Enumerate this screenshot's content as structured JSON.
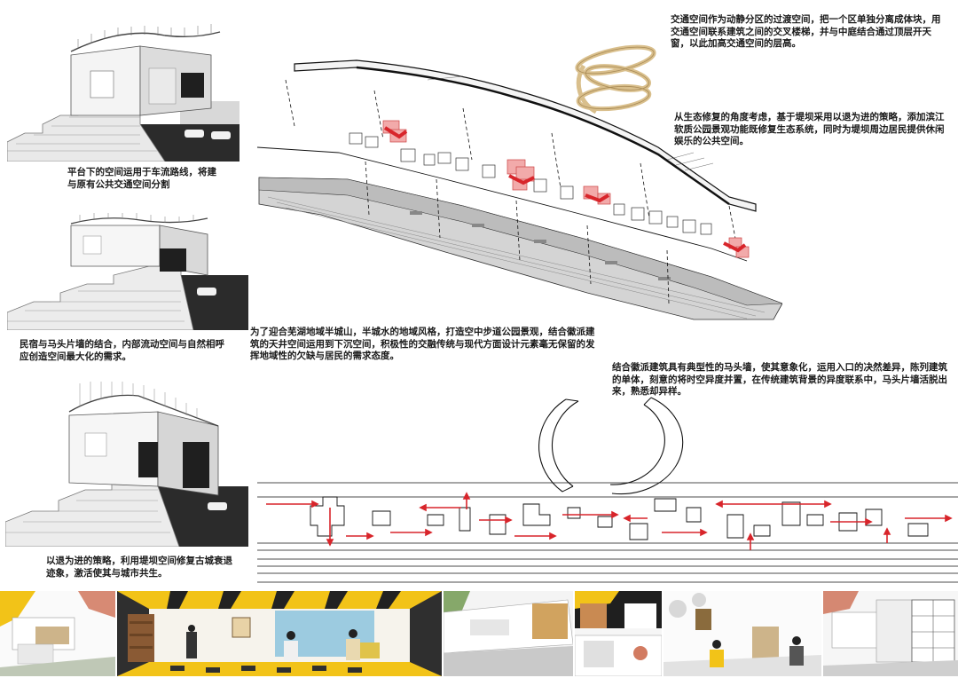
{
  "annotations": {
    "platform_traffic": "平台下的空间运用于车流路线，将建与原有公共交通空间分割",
    "homestay_wall": "民宿与马头片墙的结合，内部流动空间与自然相呼应创造空间最大化的需求。",
    "retreat_strategy": "以退为进的策略，利用堤坝空间修复古城衰退迹象，激活使其与城市共生。",
    "transit_space": "交通空间作为动静分区的过渡空间，把一个区单独分离成体块，用交通空间联系建筑之间的交叉楼梯，并与中庭结合通过顶层开天窗，以此加高交通空间的层高。",
    "ecological_repair": "从生态修复的角度考虑，基于堤坝采用以退为进的策略，添加滨江软质公园景观功能既修复生态系统，同时为堤坝周边居民提供休闲娱乐的公共空间。",
    "regional_style": "为了迎合芜湖地域半城山，半城水的地域风格，打造空中步道公园景观，结合徽派建筑的天井空间运用到下沉空间，积极性的交融传统与现代方面设计元素毫无保留的发挥地域性的欠缺与居民的需求态度。",
    "horse_head_wall": "结合徽派建筑具有典型性的马头墙，使其意象化，运用入口的决然差异，陈列建筑的单体，刻意的将时空异度并置，在传统建筑背景的异度联系中，马头片墙活脱出来，熟悉却异样。"
  },
  "colors": {
    "accent_red": "#d8252b",
    "pink_volume": "#f2aaaa",
    "yellow": "#f2c318",
    "timber": "#e8d2a6",
    "dark": "#1a1a1a"
  }
}
